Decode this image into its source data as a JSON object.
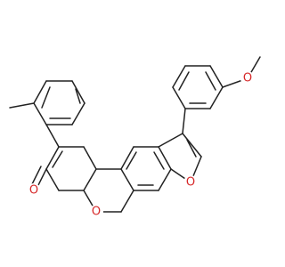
{
  "molecule": {
    "atoms": [
      {
        "id": "o_carbonyl",
        "label": "O",
        "color": "#d62728"
      },
      {
        "id": "o_pyran",
        "label": "O",
        "color": "#d62728"
      },
      {
        "id": "o_furan",
        "label": "O",
        "color": "#d62728"
      },
      {
        "id": "o_methoxy",
        "label": "O",
        "color": "#d62728"
      }
    ],
    "bond_color": "#222222"
  }
}
